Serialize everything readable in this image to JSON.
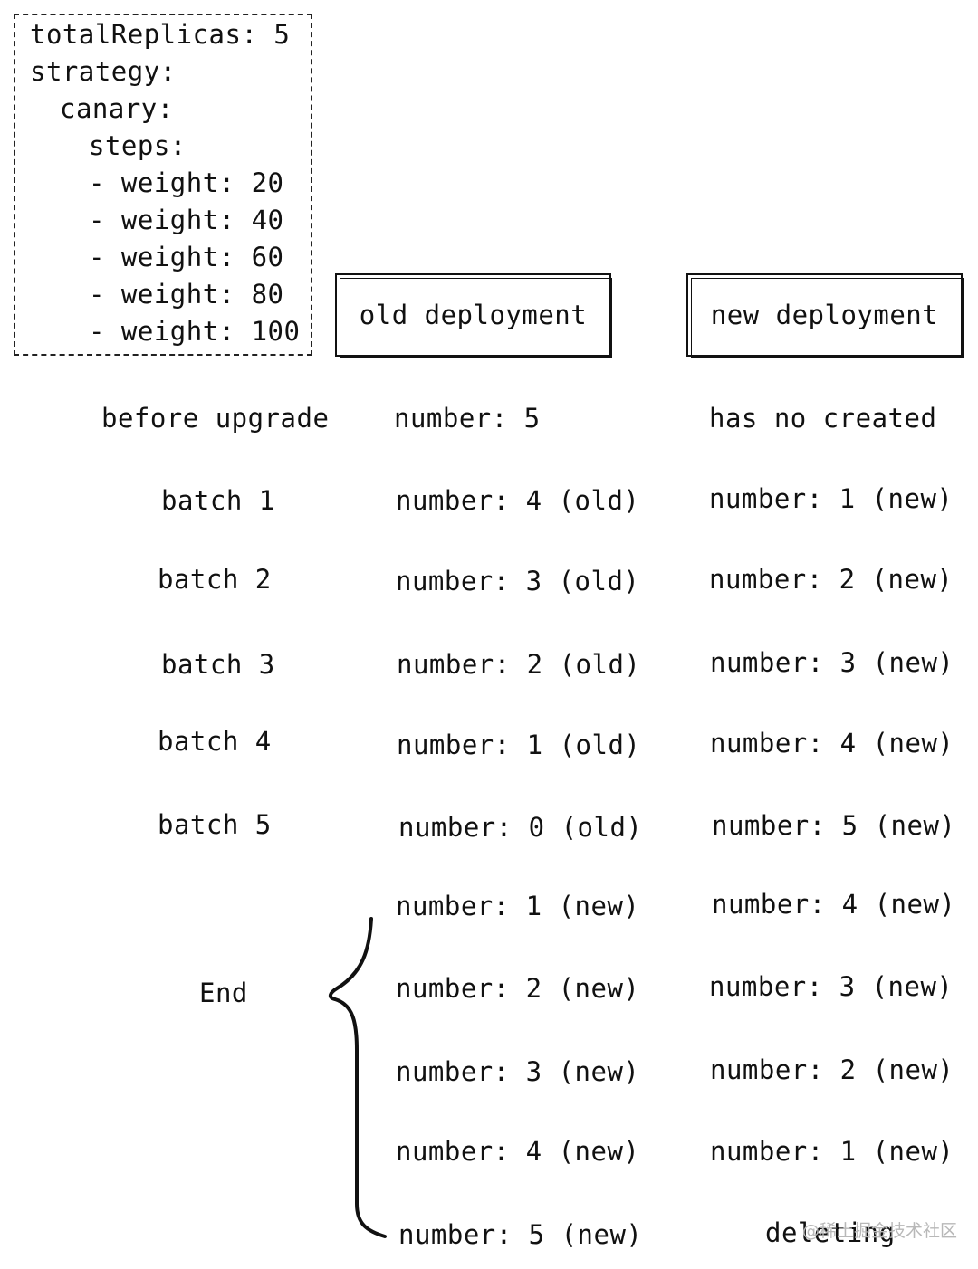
{
  "config": {
    "lines": [
      "totalReplicas: 5",
      "strategy:",
      "canary:",
      "steps:",
      "- weight: 20",
      "- weight: 40",
      "- weight: 60",
      "- weight: 80",
      "- weight: 100"
    ]
  },
  "headers": {
    "old": "old deployment",
    "new": "new deployment"
  },
  "rows": [
    {
      "label": "before upgrade",
      "old": "number: 5",
      "new": "has no created"
    },
    {
      "label": "batch 1",
      "old": "number: 4 (old)",
      "new": "number: 1 (new)"
    },
    {
      "label": "batch 2",
      "old": "number: 3 (old)",
      "new": "number: 2 (new)"
    },
    {
      "label": "batch 3",
      "old": "number: 2 (old)",
      "new": "number: 3 (new)"
    },
    {
      "label": "batch 4",
      "old": "number: 1 (old)",
      "new": "number: 4 (new)"
    },
    {
      "label": "batch 5",
      "old": "number: 0 (old)",
      "new": "number: 5 (new)"
    }
  ],
  "end": {
    "label": "End",
    "rows": [
      {
        "old": "number: 1 (new)",
        "new": "number: 4 (new)"
      },
      {
        "old": "number: 2 (new)",
        "new": "number: 3 (new)"
      },
      {
        "old": "number: 3 (new)",
        "new": "number: 2 (new)"
      },
      {
        "old": "number: 4 (new)",
        "new": "number: 1 (new)"
      },
      {
        "old": "number: 5 (new)",
        "new": "deleting"
      }
    ]
  },
  "watermark": "@稀土掘金技术社区"
}
